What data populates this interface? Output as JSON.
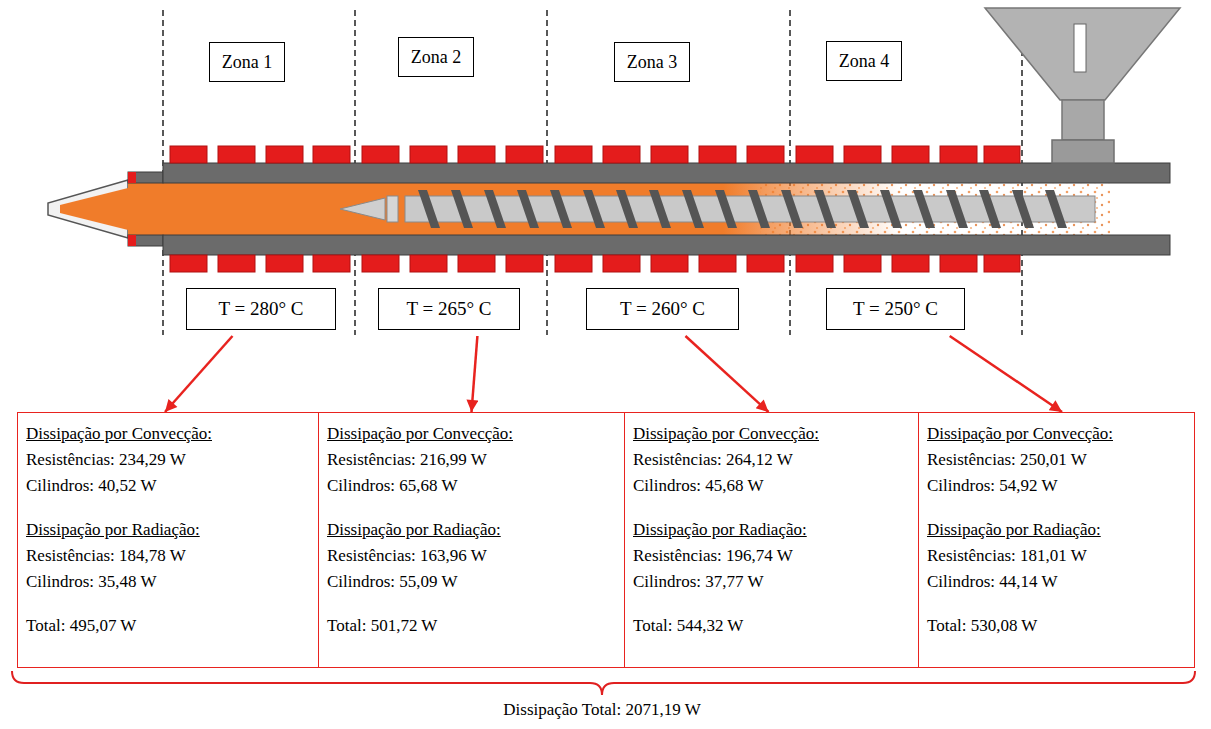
{
  "diagram": {
    "nodes": [
      {
        "text": [
          "Zona 1"
        ]
      },
      {
        "text": [
          "Zona 2"
        ]
      },
      {
        "text": [
          "Zona 3"
        ]
      },
      {
        "text": [
          "Zona 4"
        ]
      },
      {
        "text": [
          "T = 280° C"
        ]
      },
      {
        "text": [
          "T = 265° C"
        ]
      },
      {
        "text": [
          "T = 260° C"
        ]
      },
      {
        "text": [
          "T = 250° C"
        ]
      },
      {
        "text": [
          "Dissipação por Convecção:",
          "Resistências: 234,29 W",
          "Cilindros: 40,52 W",
          "Dissipação por Radiação:",
          "Resistências: 184,78 W",
          "Cilindros: 35,48 W",
          "Total: 495,07 W"
        ]
      },
      {
        "text": [
          "Dissipação por Convecção:",
          "Resistências: 216,99 W",
          "Cilindros: 65,68 W",
          "Dissipação por Radiação:",
          "Resistências: 163,96 W",
          "Cilindros: 55,09 W",
          "Total: 501,72 W"
        ]
      },
      {
        "text": [
          "Dissipação por Convecção:",
          "Resistências: 264,12 W",
          "Cilindros: 45,68 W",
          "Dissipação por Radiação:",
          "Resistências: 196,74 W",
          "Cilindros: 37,77 W",
          "Total: 544,32 W"
        ]
      },
      {
        "text": [
          "Dissipação por Convecção:",
          "Resistências: 250,01 W",
          "Cilindros: 54,92 W",
          "Dissipação por Radiação:",
          "Resistências: 181,01 W",
          "Cilindros: 44,14 W",
          "Total: 530,08 W"
        ]
      }
    ],
    "edges": [
      {
        "from": 4,
        "to": 8,
        "arrow": "to"
      },
      {
        "from": 5,
        "to": 9,
        "arrow": "to"
      },
      {
        "from": 6,
        "to": 10,
        "arrow": "to"
      },
      {
        "from": 7,
        "to": 11,
        "arrow": "to"
      }
    ],
    "labels": [
      "Dissipação Total: 2071,19 W"
    ]
  }
}
